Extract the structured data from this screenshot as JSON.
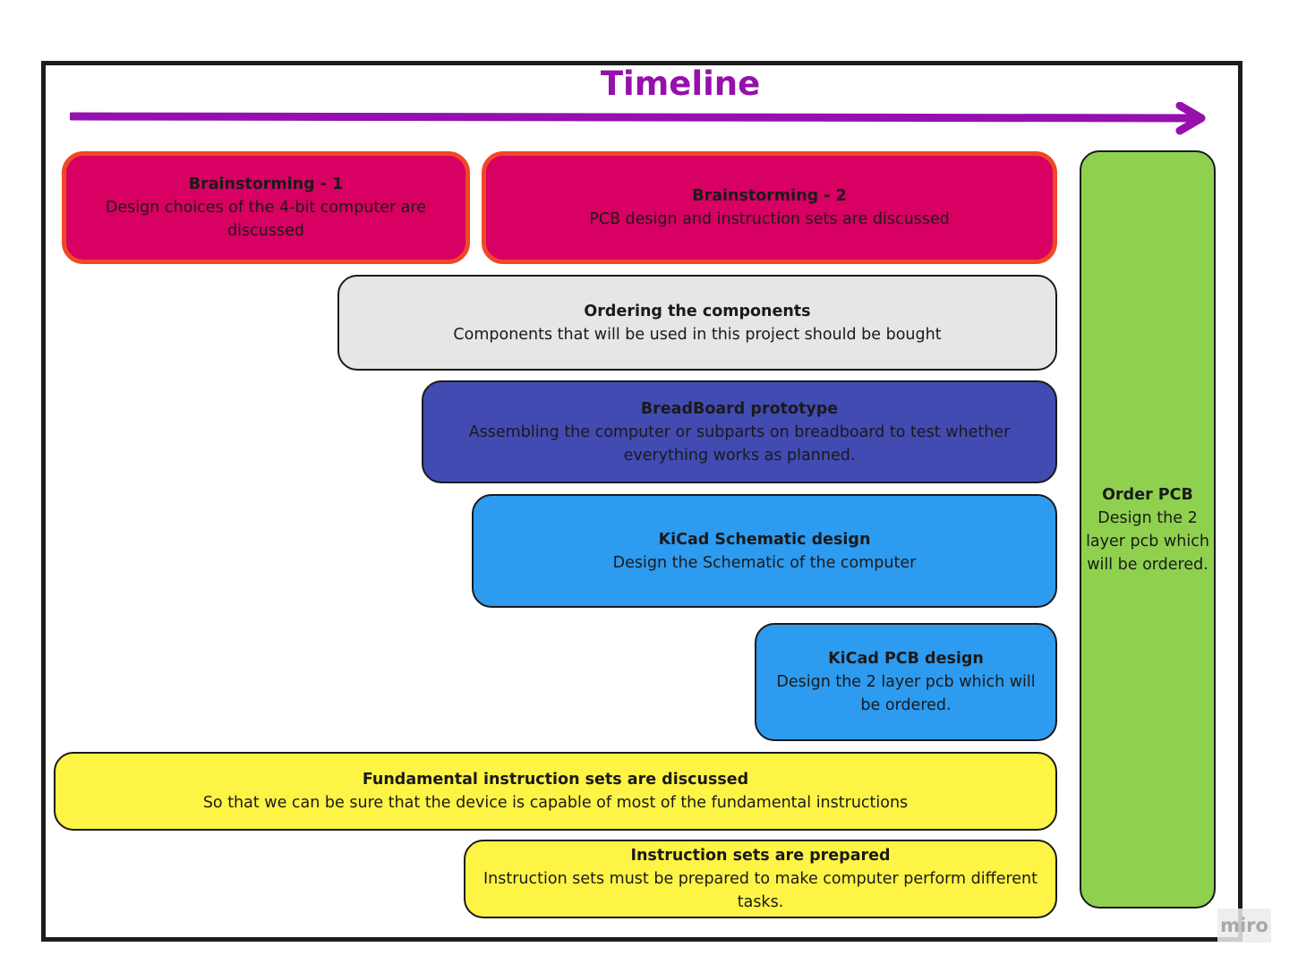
{
  "title": "Timeline",
  "colors": {
    "accent": "#9510ac",
    "brainstorm": "#d80062",
    "brainstorm_border": "#f24726",
    "gray": "#e6e6e6",
    "indigo": "#414bb2",
    "blue": "#2d9bf0",
    "yellow": "#fef445",
    "green": "#8fd14f"
  },
  "boxes": {
    "brainstorming_1": {
      "title": "Brainstorming - 1",
      "desc": "Design choices of the 4-bit computer are discussed"
    },
    "brainstorming_2": {
      "title": "Brainstorming - 2",
      "desc": "PCB design and instruction sets are discussed"
    },
    "ordering": {
      "title": "Ordering the components",
      "desc": "Components that will be used in this project should be bought"
    },
    "breadboard": {
      "title": "BreadBoard prototype",
      "desc": "Assembling the computer or subparts on breadboard to test whether everything works as planned."
    },
    "kicad_schematic": {
      "title": "KiCad Schematic design",
      "desc": "Design the Schematic of the computer"
    },
    "kicad_pcb": {
      "title": "KiCad PCB design",
      "desc": "Design the 2 layer pcb which will be ordered."
    },
    "fundamental": {
      "title": "Fundamental instruction sets are discussed",
      "desc": "So that  we can be sure that the device is capable of most of the fundamental instructions"
    },
    "instruction_prepared": {
      "title": "Instruction sets are prepared",
      "desc": "Instruction sets must be prepared to make computer perform different tasks."
    },
    "order_pcb": {
      "title": "Order PCB",
      "desc": "Design the 2 layer pcb which will be ordered."
    }
  },
  "watermark": "miro"
}
